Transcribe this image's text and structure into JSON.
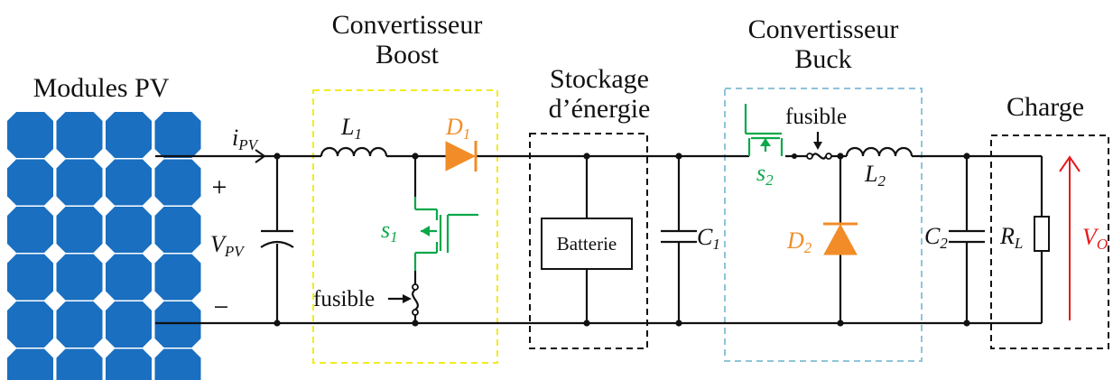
{
  "titles": {
    "pv_modules": "Modules PV",
    "boost": [
      "Convertisseur",
      "Boost"
    ],
    "storage": [
      "Stockage",
      "d’énergie"
    ],
    "buck": [
      "Convertisseur",
      "Buck"
    ],
    "load": "Charge"
  },
  "labels": {
    "i_pv": {
      "base": "i",
      "sub": "PV"
    },
    "v_pv": {
      "base": "V",
      "sub": "PV"
    },
    "plus": "+",
    "minus": "−",
    "l1": {
      "base": "L",
      "sub": "1"
    },
    "d1": {
      "base": "D",
      "sub": "1"
    },
    "s1": {
      "base": "s",
      "sub": "1"
    },
    "fuse1": "fusible",
    "battery": "Batterie",
    "c1": {
      "base": "C",
      "sub": "1"
    },
    "s2": {
      "base": "s",
      "sub": "2"
    },
    "fuse2": "fusible",
    "l2": {
      "base": "L",
      "sub": "2"
    },
    "d2": {
      "base": "D",
      "sub": "2"
    },
    "c2": {
      "base": "C",
      "sub": "2"
    },
    "rl": {
      "base": "R",
      "sub": "L"
    },
    "vo": {
      "base": "V",
      "sub": "O"
    }
  },
  "pv_grid": {
    "rows": 6,
    "cols": 4
  },
  "colors": {
    "pv_cells": "#1a6fc0",
    "boost_box": "#f2ec1d",
    "buck_box": "#8ec4d8",
    "switch": "#0aa84a",
    "diode": "#f28c28",
    "output_voltage": "#e31b1b",
    "wires": "#111111"
  }
}
